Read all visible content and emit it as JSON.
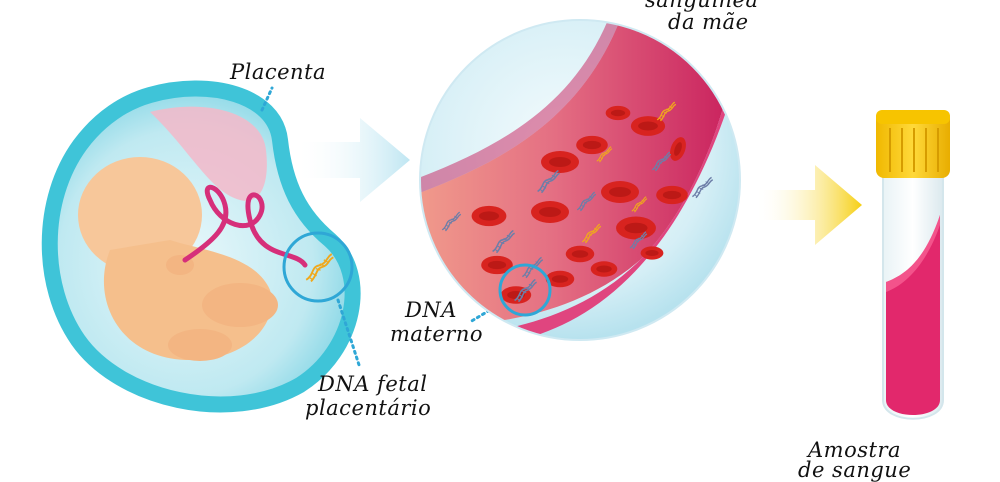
{
  "labels": {
    "placenta": "Placenta",
    "fetal_dna_line1": "DNA fetal",
    "fetal_dna_line2": "placentário",
    "maternal_dna_line1": "DNA",
    "maternal_dna_line2": "materno",
    "bloodstream_line1": "sanguínea",
    "bloodstream_line2": "da mãe",
    "sample_line1": "Amostra",
    "sample_line2": "de sangue"
  },
  "colors": {
    "uterus": "#3fc4d8",
    "placenta": "#f3b9c9",
    "fetus": "#f7c79a",
    "umbilical_cord": "#d62f7a",
    "vessel_wall": "#e0457f",
    "red_blood_cell": "#d8231f",
    "arrow_light": "#cfeaf3",
    "arrow_yellow": "#f6d21a",
    "tube_cap": "#f2c600",
    "tube_blood": "#e2286c",
    "circle_highlight": "#2fa7d6"
  },
  "icons": [
    "uterus-illustration",
    "blood-vessel-magnifier",
    "blood-sample-tube",
    "dna-helix-icon"
  ]
}
